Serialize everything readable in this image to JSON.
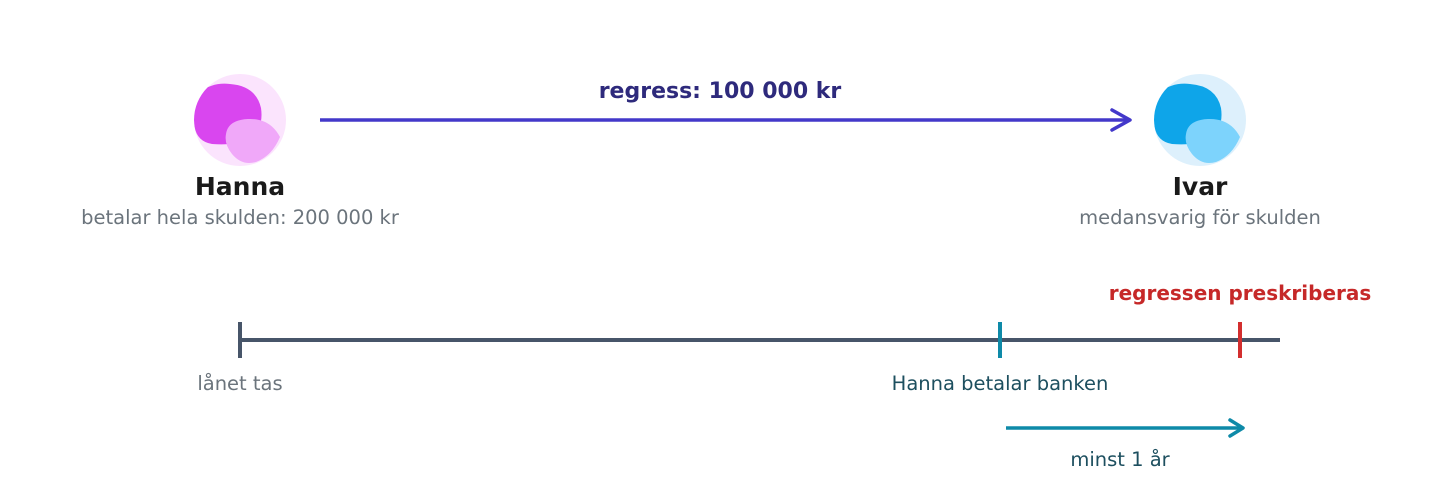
{
  "parties": {
    "payer": {
      "name": "Hanna",
      "note": "betalar hela skulden: 200 000 kr",
      "avatar_colors": {
        "halo": "#fbe4fd",
        "back": "#d946ef",
        "front": "#f0a8f9"
      }
    },
    "coliable": {
      "name": "Ivar",
      "note": "medansvarig för skulden",
      "avatar_colors": {
        "halo": "#ddf0fc",
        "back": "#0ea5e9",
        "front": "#7dd3fc"
      }
    }
  },
  "regress": {
    "label": "regress: 100 000 kr",
    "color": "#4338ca"
  },
  "timeline": {
    "line_color": "#475569",
    "events": {
      "loan_taken": "lånet tas",
      "hanna_pays": "Hanna betalar banken",
      "prescription": "regressen preskriberas"
    },
    "event_colors": {
      "loan_taken": "#475569",
      "hanna_pays": "#0e8aa8",
      "prescription": "#d32f2f"
    },
    "interval": {
      "label": "minst 1 år",
      "color": "#0e8aa8"
    }
  }
}
